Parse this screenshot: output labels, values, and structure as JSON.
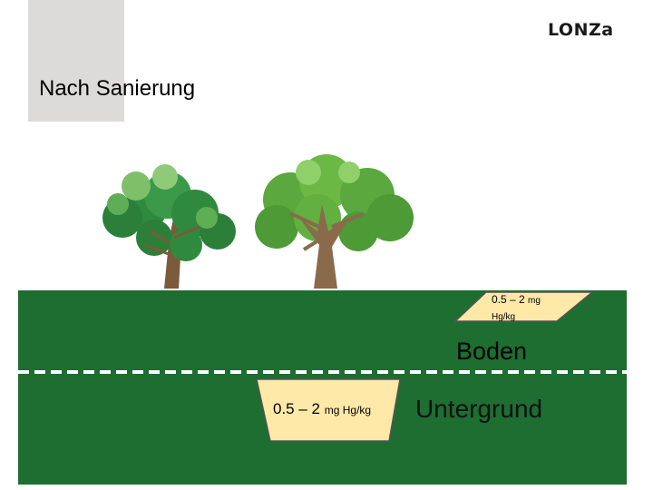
{
  "title": "Nach Sanierung",
  "logo_text": "LONZa",
  "labels": {
    "soil": "Boden",
    "subsoil": "Untergrund"
  },
  "top_patch": {
    "value": "0.5 – 2",
    "unit_line1": "mg",
    "unit_line2": "Hg/kg"
  },
  "bottom_patch": {
    "value": "0.5 – 2",
    "unit": "mg Hg/kg"
  },
  "colors": {
    "ground": "#1d6e30",
    "patch_fill": "#ffe9a8",
    "sidebar_block": "#dcdbd9",
    "divider": "#ffffff"
  },
  "icons": [
    "tree-icon",
    "tree-icon"
  ]
}
